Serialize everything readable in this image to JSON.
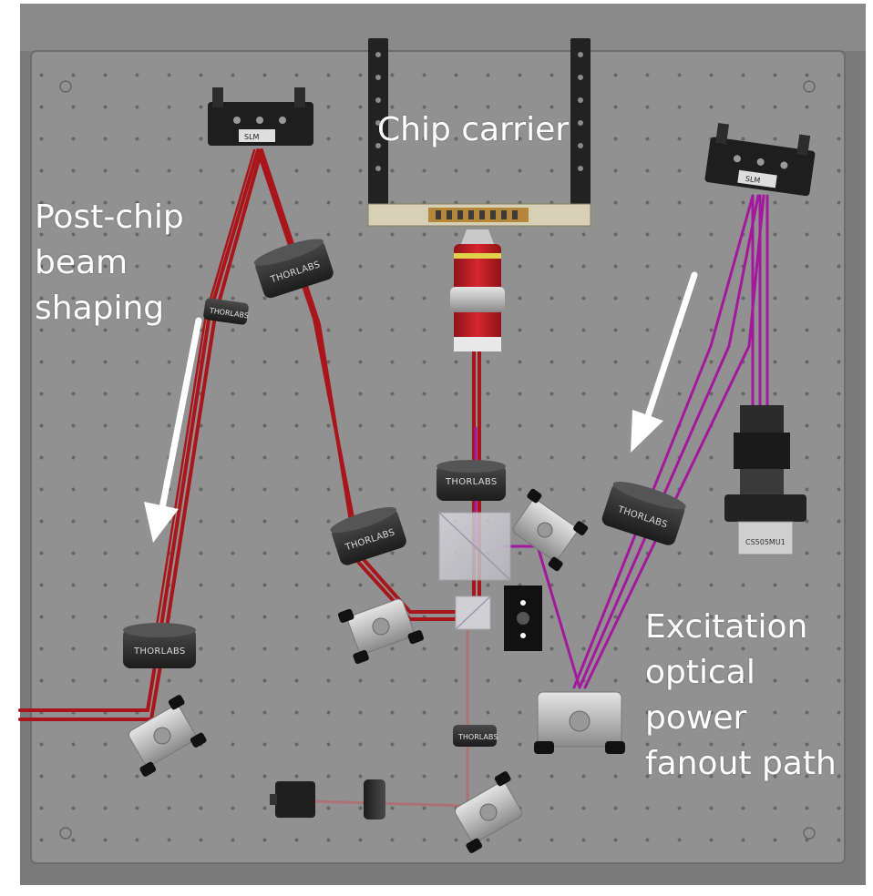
{
  "labels": {
    "chip_carrier": "Chip carrier",
    "post_chip_line1": "Post-chip",
    "post_chip_line2": "beam",
    "post_chip_line3": "shaping",
    "excitation_line1": "Excitation",
    "excitation_line2": "optical",
    "excitation_line3": "power",
    "excitation_line4": "fanout path"
  },
  "component_text": {
    "slm": "SLM",
    "thorlabs": "THORLABS",
    "camera_tag": "CS505MU1"
  },
  "colors": {
    "table": "#8e8e8e",
    "table_frame": "#6e6e6e",
    "hole": "#6a6a6a",
    "red_beam": "#a8161c",
    "purple_beam": "#a2199b",
    "label": "#ffffff",
    "arrow": "#ffffff"
  }
}
